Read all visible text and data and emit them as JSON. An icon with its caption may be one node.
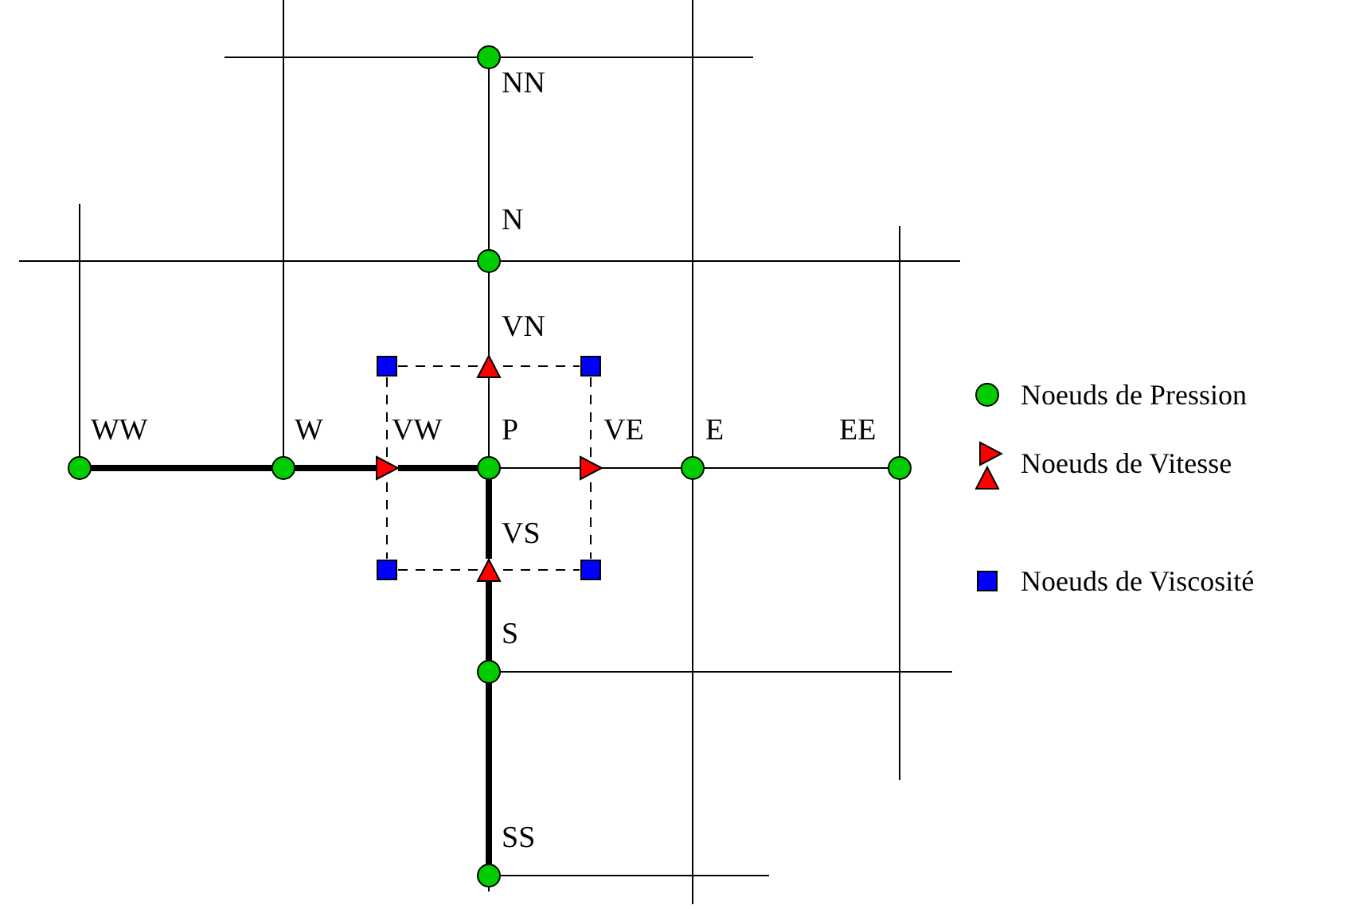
{
  "diagram": {
    "nodes": [
      {
        "text": [],
        "shape": "circle",
        "beside": [
          "NN"
        ]
      },
      {
        "text": [],
        "shape": "circle",
        "beside": [
          "N"
        ]
      },
      {
        "text": [],
        "shape": "square"
      },
      {
        "text": [],
        "shape": "triangle",
        "beside": [
          "VN"
        ]
      },
      {
        "text": [],
        "shape": "square"
      },
      {
        "text": [],
        "shape": "circle",
        "beside": [
          "WW"
        ]
      },
      {
        "text": [],
        "shape": "circle",
        "beside": [
          "W"
        ]
      },
      {
        "text": [],
        "shape": "triangle",
        "beside": [
          "VW"
        ]
      },
      {
        "text": [],
        "shape": "circle",
        "beside": [
          "P"
        ]
      },
      {
        "text": [],
        "shape": "triangle",
        "beside": [
          "VE"
        ]
      },
      {
        "text": [],
        "shape": "circle",
        "beside": [
          "E"
        ]
      },
      {
        "text": [],
        "shape": "circle",
        "beside": [
          "EE"
        ]
      },
      {
        "text": [],
        "shape": "square"
      },
      {
        "text": [],
        "shape": "triangle",
        "beside": [
          "VS"
        ]
      },
      {
        "text": [],
        "shape": "square"
      },
      {
        "text": [],
        "shape": "circle",
        "beside": [
          "S"
        ]
      },
      {
        "text": [],
        "shape": "circle",
        "beside": [
          "SS"
        ]
      }
    ],
    "edges": [
      {
        "from": 5,
        "to": 6,
        "arrow": "none",
        "style": "thick"
      },
      {
        "from": 6,
        "to": 7,
        "arrow": "none",
        "style": "thick"
      },
      {
        "from": 7,
        "to": 8,
        "arrow": "none",
        "style": "thick"
      },
      {
        "from": 8,
        "to": 9,
        "arrow": "none"
      },
      {
        "from": 9,
        "to": 10,
        "arrow": "none"
      },
      {
        "from": 10,
        "to": 11,
        "arrow": "none"
      },
      {
        "from": 8,
        "to": 3,
        "arrow": "none"
      },
      {
        "from": 3,
        "to": 1,
        "arrow": "none"
      },
      {
        "from": 1,
        "to": 0,
        "arrow": "none"
      },
      {
        "from": 8,
        "to": 13,
        "arrow": "none",
        "style": "thick"
      },
      {
        "from": 13,
        "to": 15,
        "arrow": "none",
        "style": "thick"
      },
      {
        "from": 15,
        "to": 16,
        "arrow": "none",
        "style": "thick"
      },
      {
        "from": 2,
        "to": 4,
        "arrow": "none",
        "style": "dashed"
      },
      {
        "from": 12,
        "to": 14,
        "arrow": "none",
        "style": "dashed"
      },
      {
        "from": 2,
        "to": 12,
        "arrow": "none",
        "style": "dashed"
      },
      {
        "from": 4,
        "to": 14,
        "arrow": "none",
        "style": "dashed"
      }
    ],
    "legend": [
      {
        "text": "Noeuds de Pression"
      },
      {
        "text": "Noeuds de Vitesse"
      },
      {
        "text": "Noeuds de Viscosité"
      }
    ]
  }
}
